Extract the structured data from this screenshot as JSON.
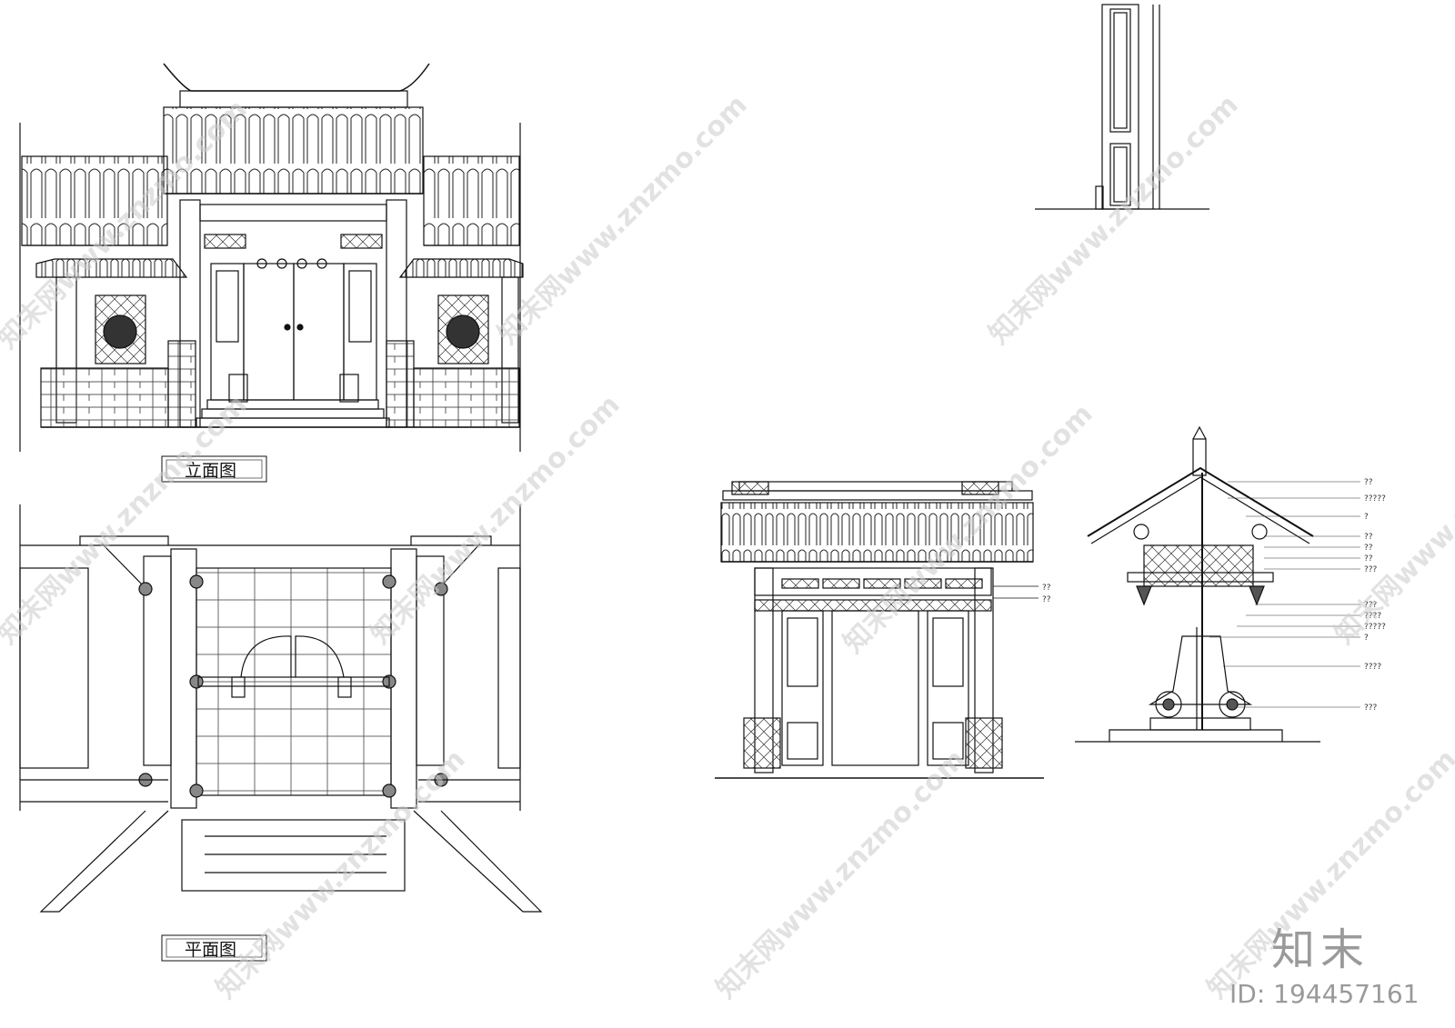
{
  "labels": {
    "elevation": "立面图",
    "plan": "平面图"
  },
  "callouts": [
    "??",
    "?????",
    "?",
    "??",
    "??",
    "??",
    "???",
    "???",
    "????",
    "?????",
    "?",
    "????",
    "???"
  ],
  "front_callouts": [
    "??",
    "??"
  ],
  "watermark": "知末网www.znzmo.com",
  "brand": "知末",
  "image_id": "ID: 194457161"
}
